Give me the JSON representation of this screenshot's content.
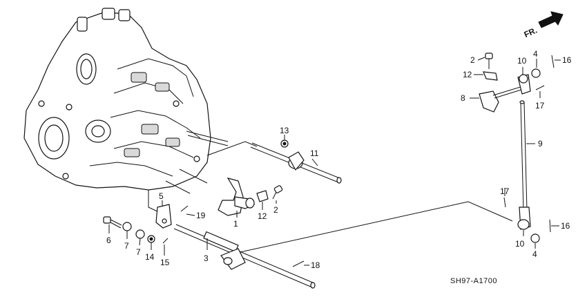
{
  "diagram_code": "SH97-A1700",
  "direction_label": "FR.",
  "callouts": {
    "c1": "1",
    "c2a": "2",
    "c2b": "2",
    "c3": "3",
    "c4a": "4",
    "c4b": "4",
    "c5": "5",
    "c6": "6",
    "c7a": "7",
    "c7b": "7",
    "c8": "8",
    "c9": "9",
    "c10a": "10",
    "c10b": "10",
    "c11": "11",
    "c12a": "12",
    "c12b": "12",
    "c13": "13",
    "c14": "14",
    "c15": "15",
    "c16a": "16",
    "c16b": "16",
    "c17a": "17",
    "c17b": "17",
    "c18": "18",
    "c19": "19"
  }
}
